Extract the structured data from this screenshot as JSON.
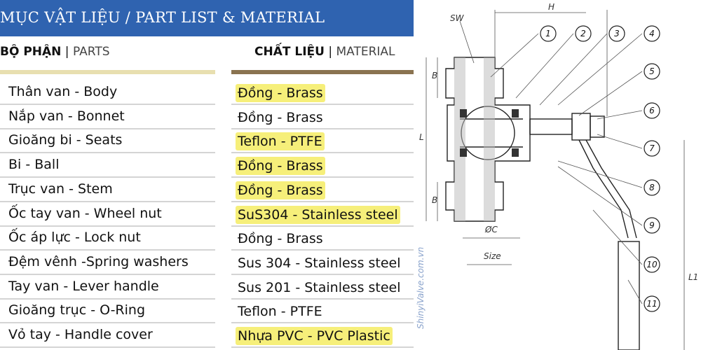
{
  "banner": {
    "title": "MỤC VẬT LIỆU /  PART LIST & MATERIAL"
  },
  "headers": {
    "parts_bold": "BỘ PHẬN",
    "parts_sub": "PARTS",
    "material_bold": "CHẤT LIỆU",
    "material_sub": "MATERIAL",
    "separator": " | "
  },
  "rows": [
    {
      "part": "Thân van - Body",
      "material": "Đồng - Brass",
      "highlight": true
    },
    {
      "part": "Nắp van - Bonnet",
      "material": "Đồng - Brass",
      "highlight": false
    },
    {
      "part": "Gioăng bi - Seats",
      "material": "Teflon - PTFE",
      "highlight": true
    },
    {
      "part": "Bi - Ball",
      "material": "Đồng - Brass",
      "highlight": true
    },
    {
      "part": "Trục van - Stem",
      "material": "Đồng - Brass",
      "highlight": true
    },
    {
      "part": "Ốc tay van - Wheel nut",
      "material": "SuS304 - Stainless steel",
      "highlight": true
    },
    {
      "part": "Ốc áp lực - Lock nut",
      "material": "Đồng - Brass",
      "highlight": false
    },
    {
      "part": "Đệm vênh -Spring washers",
      "material": "Sus 304 - Stainless steel",
      "highlight": false
    },
    {
      "part": "Tay van - Lever handle",
      "material": "Sus 201 - Stainless steel",
      "highlight": false
    },
    {
      "part": "Gioăng trục - O-Ring",
      "material": "Teflon - PTFE",
      "highlight": false
    },
    {
      "part": "Vỏ tay - Handle cover",
      "material": "Nhựa PVC - PVC Plastic",
      "highlight": true
    }
  ],
  "watermark": "ShinyiValve.com.vn",
  "diagram": {
    "labels": {
      "sw": "SW",
      "h": "H",
      "b_top": "B",
      "b_bottom": "B",
      "l": "L",
      "l1": "L1",
      "dc": "ØC",
      "size": "Size"
    },
    "callouts": [
      "1",
      "2",
      "3",
      "4",
      "5",
      "6",
      "7",
      "8",
      "9",
      "10",
      "11"
    ]
  },
  "colors": {
    "banner": "#2f63b0",
    "highlight": "#f6ef7a",
    "parts_bar": "#e8dfb0",
    "material_bar": "#8a7350"
  }
}
